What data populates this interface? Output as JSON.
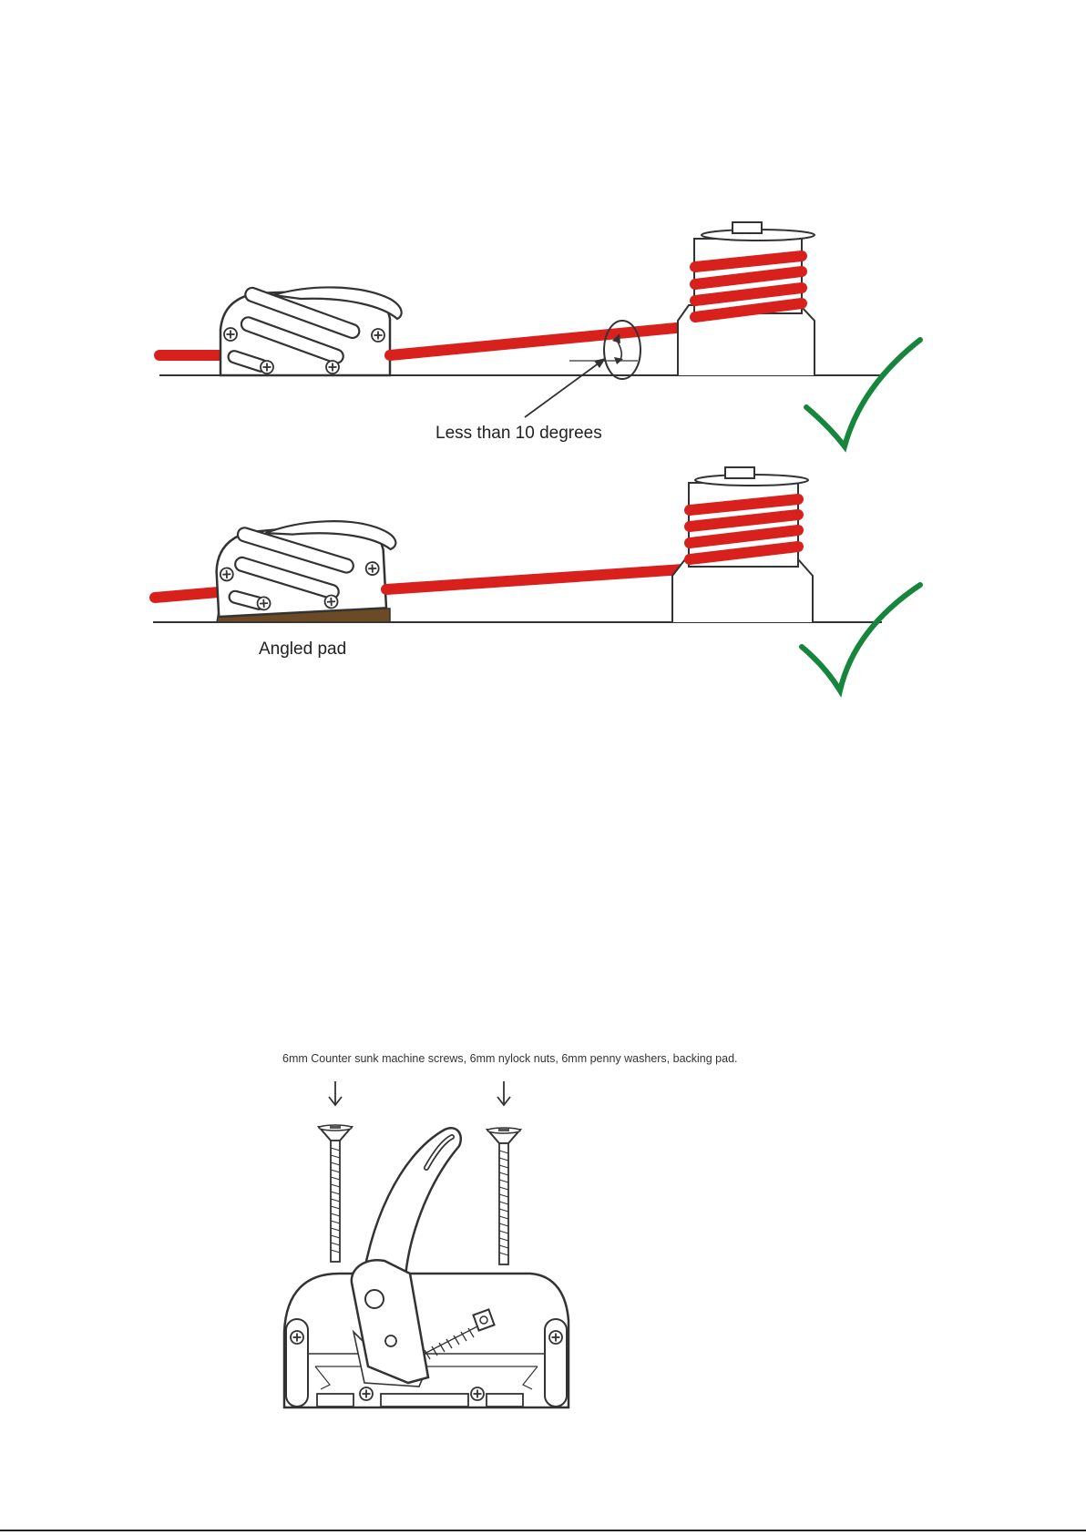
{
  "labels": {
    "angle_note": "Less than 10 degrees",
    "pad_note": "Angled pad",
    "fixings_note": "6mm Counter sunk machine screws, 6mm nylock nuts, 6mm penny washers, backing pad."
  },
  "icons": [
    "check-mark-icon",
    "down-arrow-icon",
    "screw-head-cross-icon"
  ],
  "colors": {
    "rope": "#d8201c",
    "check_mark": "#15863b",
    "angled_pad": "#6b4a25",
    "line_art": "#333333"
  }
}
